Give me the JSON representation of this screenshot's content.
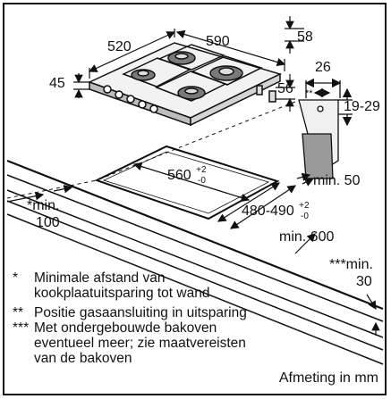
{
  "dimensions": {
    "hob_depth": "520",
    "hob_width": "590",
    "hob_height": "45",
    "top_right": "58",
    "side_depth": "56",
    "bracket_width": "26",
    "bracket_star": "**",
    "bracket_range": "19-29",
    "min_50": "min. 50",
    "cutout_depth_main": "560",
    "cutout_depth_sup": "+2",
    "cutout_depth_sub": "-0",
    "cutout_width_main": "480-490",
    "cutout_width_sup": "+2",
    "cutout_width_sub": "-0",
    "left_min_label": "*min.",
    "left_min_value": "100",
    "min_600": "min. 600",
    "right_min_label": "***min.",
    "right_min_value": "30"
  },
  "notes": [
    {
      "mark": "*",
      "lines": [
        "Minimale afstand van",
        "kookplaatuitsparing tot wand"
      ]
    },
    {
      "mark": "**",
      "lines": [
        "Positie gasaansluiting in uitsparing"
      ]
    },
    {
      "mark": "***",
      "lines": [
        "Met ondergebouwde bakoven",
        "eventueel meer; zie maatvereisten",
        "van de bakoven"
      ]
    }
  ],
  "unit_label": "Afmeting in mm"
}
